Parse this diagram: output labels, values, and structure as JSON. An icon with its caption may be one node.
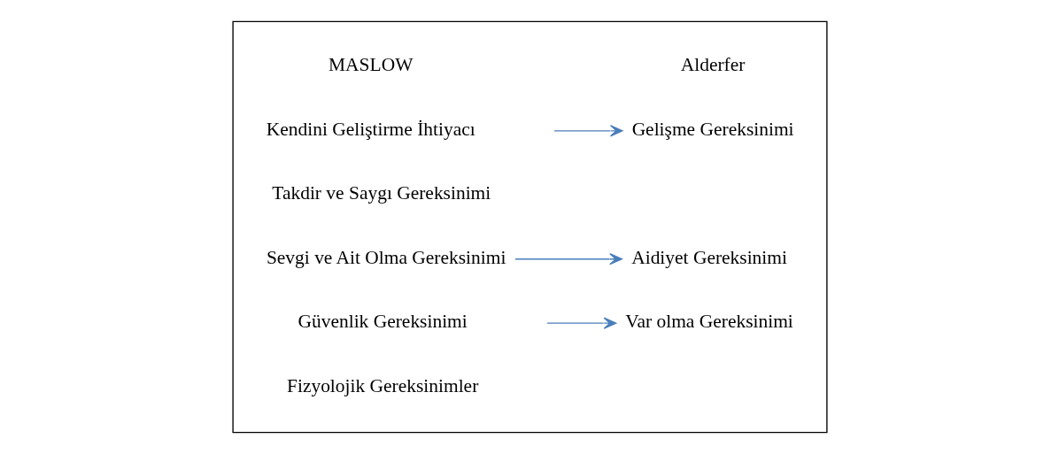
{
  "diagram": {
    "nodes": [
      {
        "text": [],
        "shape": "box"
      },
      {
        "text": [
          "Kendini Geliştirme İhtiyacı"
        ],
        "in": 0
      },
      {
        "text": [
          "Takdir ve Saygı Gereksinimi"
        ],
        "in": 0
      },
      {
        "text": [
          "Sevgi ve Ait Olma Gereksinimi"
        ],
        "in": 0
      },
      {
        "text": [
          "Güvenlik Gereksinimi"
        ],
        "in": 0
      },
      {
        "text": [
          "Fizyolojik Gereksinimler"
        ],
        "in": 0
      },
      {
        "text": [
          "Gelişme Gereksinimi"
        ],
        "in": 0
      },
      {
        "text": [
          "Aidiyet Gereksinimi"
        ],
        "in": 0
      },
      {
        "text": [
          "Var olma Gereksinimi"
        ],
        "in": 0
      }
    ],
    "edges": [
      {
        "from": null,
        "to": 6,
        "arrow": "to"
      },
      {
        "from": 3,
        "to": 7,
        "arrow": "to"
      },
      {
        "from": null,
        "to": 8,
        "arrow": "to"
      }
    ],
    "labels": [
      "MASLOW",
      "Alderfer"
    ]
  }
}
